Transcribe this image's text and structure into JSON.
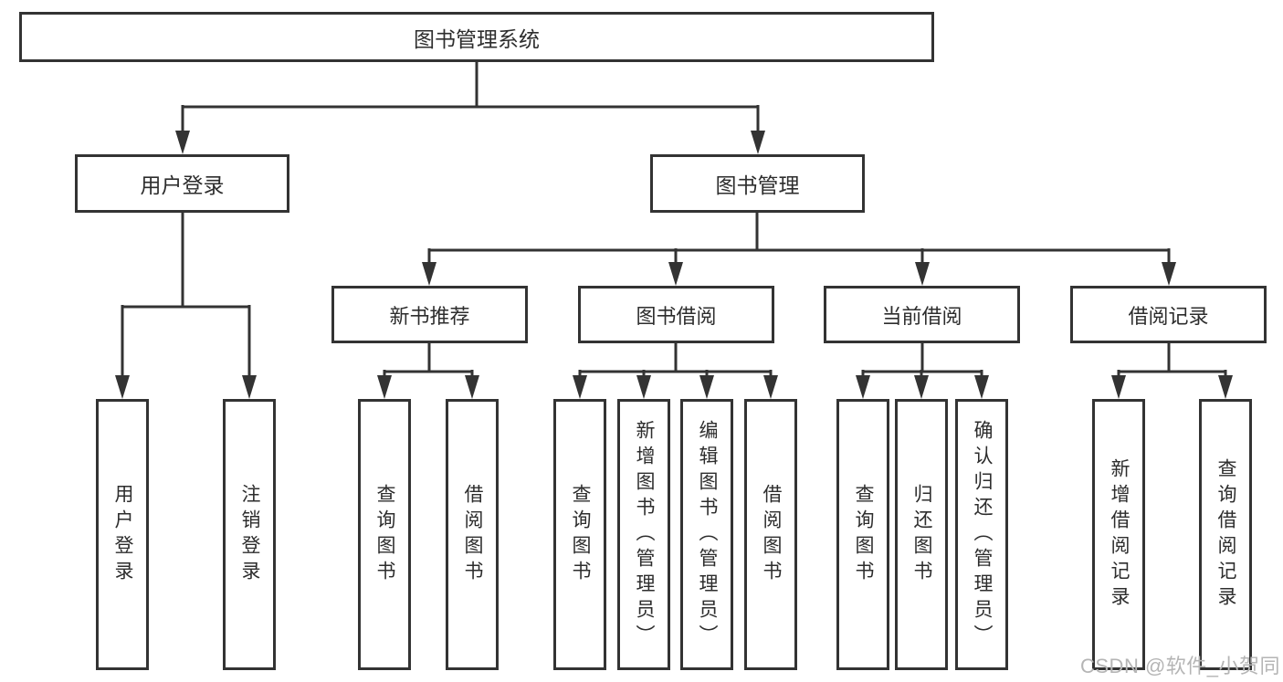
{
  "root_label": "图书管理系统",
  "branches": {
    "user_login": {
      "label": "用户登录",
      "children": [
        "用户登录",
        "注销登录"
      ]
    },
    "book_management": {
      "label": "图书管理",
      "sections": [
        {
          "label": "新书推荐",
          "children": [
            "查询图书",
            "借阅图书"
          ]
        },
        {
          "label": "图书借阅",
          "children": [
            "查询图书",
            "新增图书（管理员）",
            "编辑图书（管理员）",
            "借阅图书"
          ]
        },
        {
          "label": "当前借阅",
          "children": [
            "查询图书",
            "归还图书",
            "确认归还（管理员）"
          ]
        },
        {
          "label": "借阅记录",
          "children": [
            "新增借阅记录",
            "查询借阅记录"
          ]
        }
      ]
    }
  },
  "watermark": "CSDN @软件_小贺同学",
  "colors": {
    "line": "#333333",
    "text": "#2d2d2d",
    "watermark": "#b5b5b5",
    "background": "#ffffff"
  }
}
